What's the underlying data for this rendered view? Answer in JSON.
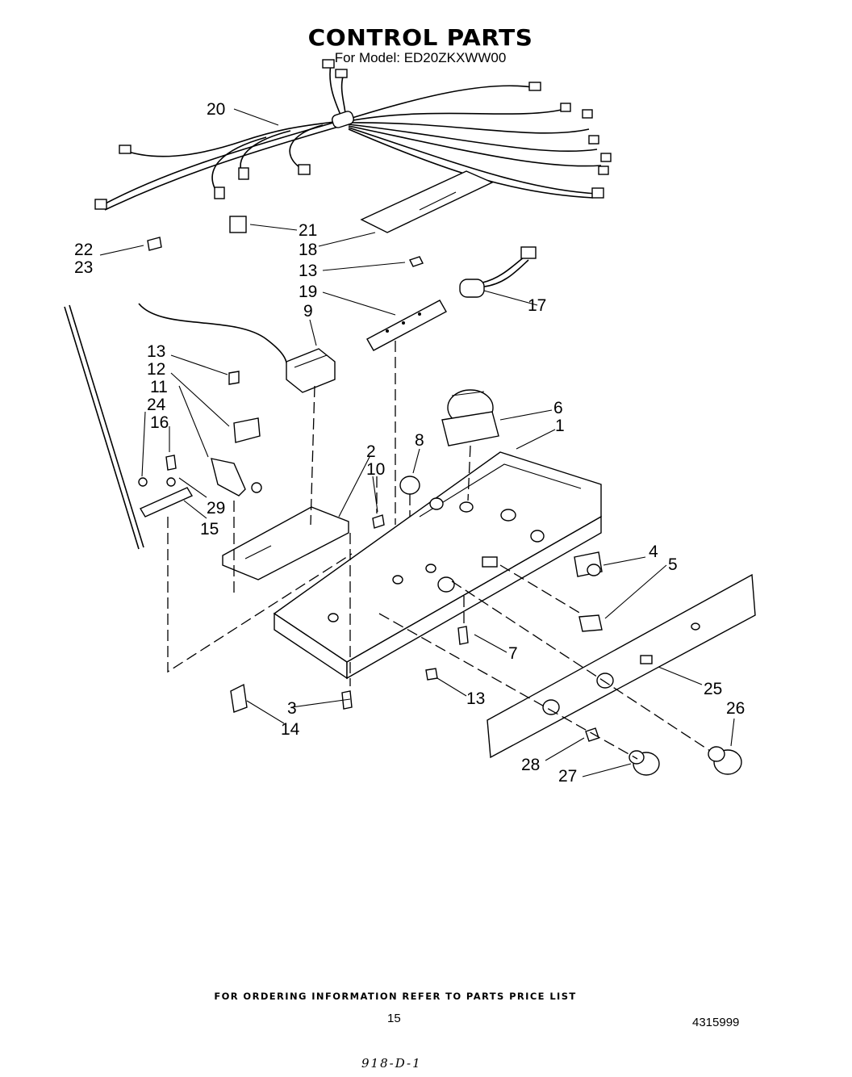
{
  "header": {
    "title": "CONTROL PARTS",
    "model_line": "For Model: ED20ZKXWW00"
  },
  "callouts": [
    {
      "id": "c20",
      "label": "20"
    },
    {
      "id": "c21",
      "label": "21"
    },
    {
      "id": "c18",
      "label": "18"
    },
    {
      "id": "c13a",
      "label": "13"
    },
    {
      "id": "c19",
      "label": "19"
    },
    {
      "id": "c17",
      "label": "17"
    },
    {
      "id": "c22",
      "label": "22"
    },
    {
      "id": "c23",
      "label": "23"
    },
    {
      "id": "c9",
      "label": "9"
    },
    {
      "id": "c13b",
      "label": "13"
    },
    {
      "id": "c12",
      "label": "12"
    },
    {
      "id": "c11",
      "label": "11"
    },
    {
      "id": "c24",
      "label": "24"
    },
    {
      "id": "c16",
      "label": "16"
    },
    {
      "id": "c6",
      "label": "6"
    },
    {
      "id": "c1",
      "label": "1"
    },
    {
      "id": "c8",
      "label": "8"
    },
    {
      "id": "c2",
      "label": "2"
    },
    {
      "id": "c10",
      "label": "10"
    },
    {
      "id": "c29",
      "label": "29"
    },
    {
      "id": "c15",
      "label": "15"
    },
    {
      "id": "c4",
      "label": "4"
    },
    {
      "id": "c5",
      "label": "5"
    },
    {
      "id": "c7",
      "label": "7"
    },
    {
      "id": "c13c",
      "label": "13"
    },
    {
      "id": "c3",
      "label": "3"
    },
    {
      "id": "c14",
      "label": "14"
    },
    {
      "id": "c25",
      "label": "25"
    },
    {
      "id": "c26",
      "label": "26"
    },
    {
      "id": "c28",
      "label": "28"
    },
    {
      "id": "c27",
      "label": "27"
    }
  ],
  "footer": {
    "ordering_note": "FOR ORDERING INFORMATION REFER TO PARTS PRICE LIST",
    "page_number": "15",
    "document_number": "4315999",
    "handwritten_ref": "918-D-1"
  }
}
